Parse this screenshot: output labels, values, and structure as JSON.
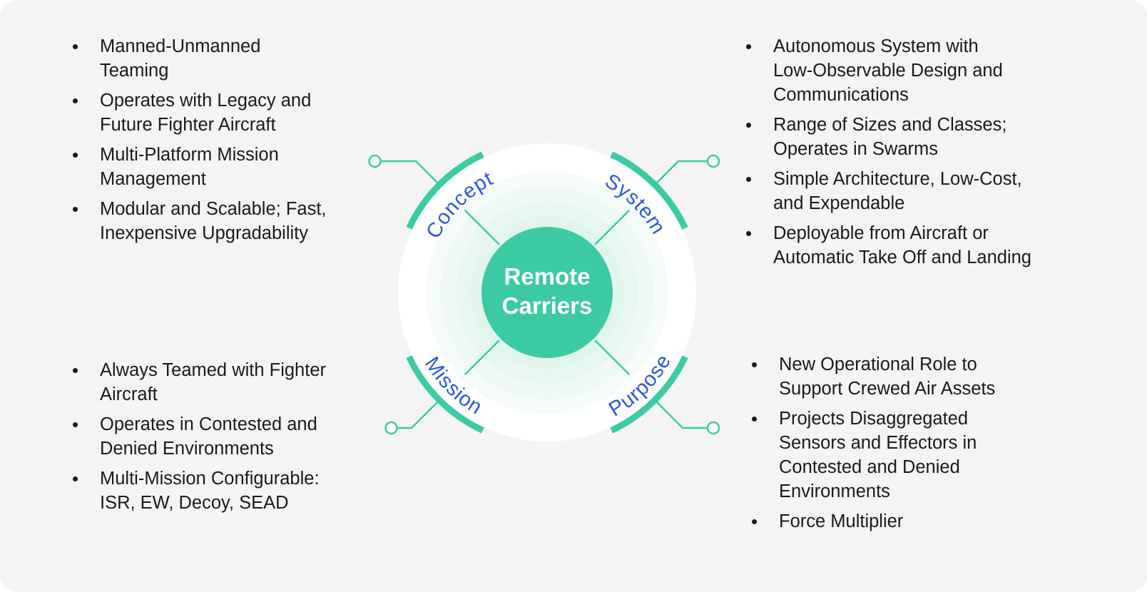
{
  "center": {
    "title_lines": [
      "Remote",
      "Carriers"
    ]
  },
  "quadrants": [
    {
      "id": "concept",
      "label": "Concept",
      "items": [
        "Manned-Unmanned\nTeaming",
        "Operates with Legacy and\nFuture Fighter Aircraft",
        "Multi-Platform Mission\nManagement",
        "Modular and Scalable; Fast,\nInexpensive Upgradability"
      ]
    },
    {
      "id": "system",
      "label": "System",
      "items": [
        "Autonomous System with\nLow-Observable Design and\nCommunications",
        "Range of Sizes and Classes;\nOperates in Swarms",
        "Simple Architecture, Low-Cost,\nand Expendable",
        "Deployable from Aircraft or\nAutomatic Take Off and Landing"
      ]
    },
    {
      "id": "mission",
      "label": "Mission",
      "items": [
        "Always Teamed with Fighter\nAircraft",
        "Operates in Contested and\nDenied Environments",
        "Multi-Mission Configurable:\nISR, EW, Decoy, SEAD"
      ]
    },
    {
      "id": "purpose",
      "label": "Purpose",
      "items": [
        "New Operational Role to\nSupport Crewed Air Assets",
        "Projects Disaggregated\nSensors and Effectors in\nContested and Denied\nEnvironments",
        "Force Multiplier"
      ]
    }
  ],
  "colors": {
    "background": "#F4F4F5",
    "accent_teal": "#3CCAA4",
    "label_blue": "#2C57E1",
    "text": "#1A1A1A"
  }
}
